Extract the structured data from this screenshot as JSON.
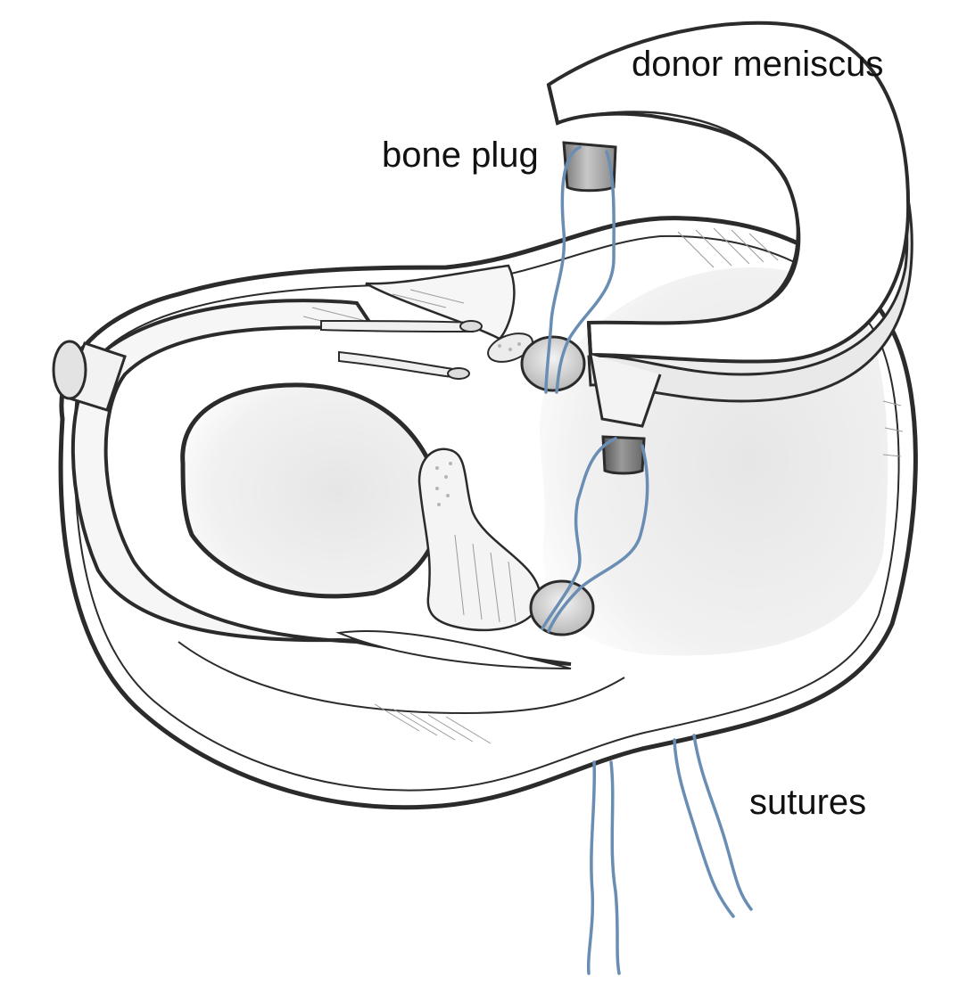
{
  "labels": {
    "donor_meniscus": "donor meniscus",
    "bone_plug": "bone plug",
    "sutures": "sutures"
  },
  "colors": {
    "outline": "#2b2b2b",
    "suture": "#6a8db3",
    "fill": "#f4f4f4",
    "shadow": "#d9d9d9",
    "plug": "#a9a9a9"
  },
  "icons": {
    "tibial_plateau": "tibial-plateau-illustration",
    "donor_meniscus": "donor-meniscus-illustration",
    "bone_plug": "bone-plug-illustration",
    "tunnel": "bone-tunnel-illustration",
    "suture": "suture-strand-illustration"
  }
}
